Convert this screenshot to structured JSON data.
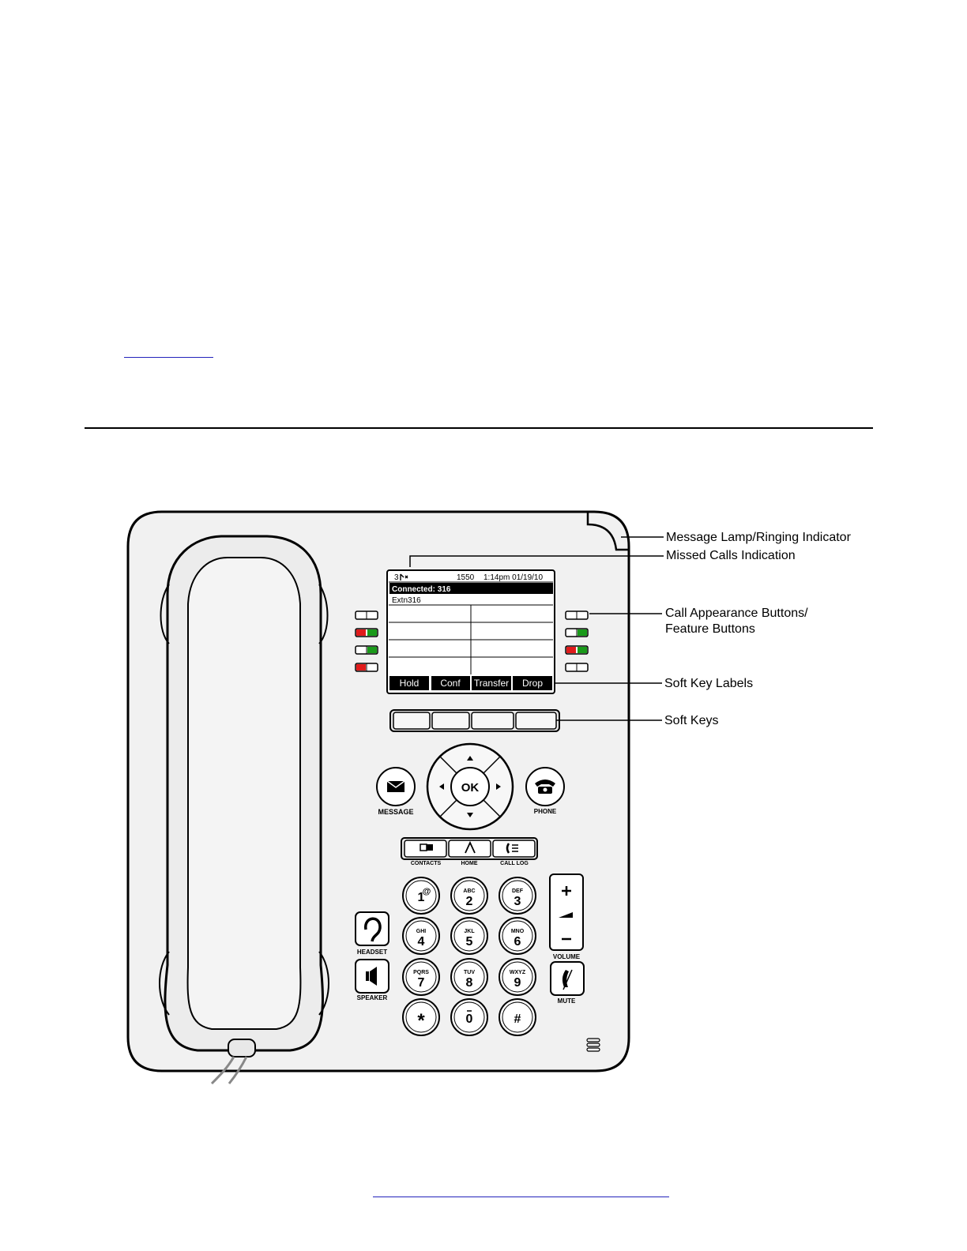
{
  "callouts": {
    "message_lamp": "Message Lamp/Ringing Indicator",
    "missed_calls": "Missed Calls Indication",
    "call_appearance_line1": "Call Appearance Buttons/",
    "call_appearance_line2": "Feature Buttons",
    "soft_key_labels": "Soft Key Labels",
    "soft_keys": "Soft Keys"
  },
  "screen": {
    "missed_count": "3",
    "extension": "1550",
    "datetime": "1:14pm 01/19/10",
    "connected": "Connected: 316",
    "caller": "Extn316",
    "softkeys": [
      "Hold",
      "Conf",
      "Transfer",
      "Drop"
    ]
  },
  "nav": {
    "ok": "OK",
    "message": "MESSAGE",
    "phone": "PHONE"
  },
  "apps": {
    "contacts": "CONTACTS",
    "home": "HOME",
    "call_log": "CALL LOG"
  },
  "keypad": [
    {
      "digit": "1",
      "letters": ""
    },
    {
      "digit": "2",
      "letters": "ABC"
    },
    {
      "digit": "3",
      "letters": "DEF"
    },
    {
      "digit": "4",
      "letters": "GHI"
    },
    {
      "digit": "5",
      "letters": "JKL"
    },
    {
      "digit": "6",
      "letters": "MNO"
    },
    {
      "digit": "7",
      "letters": "PQRS"
    },
    {
      "digit": "8",
      "letters": "TUV"
    },
    {
      "digit": "9",
      "letters": "WXYZ"
    },
    {
      "digit": "*",
      "letters": ""
    },
    {
      "digit": "0",
      "letters": ""
    },
    {
      "digit": "#",
      "letters": ""
    }
  ],
  "side_buttons": {
    "headset": "HEADSET",
    "speaker": "SPEAKER",
    "volume": "VOLUME",
    "mute": "MUTE"
  },
  "colors": {
    "led_red": "#e01b1b",
    "led_green": "#1a9a1a",
    "link": "#2222bb"
  }
}
